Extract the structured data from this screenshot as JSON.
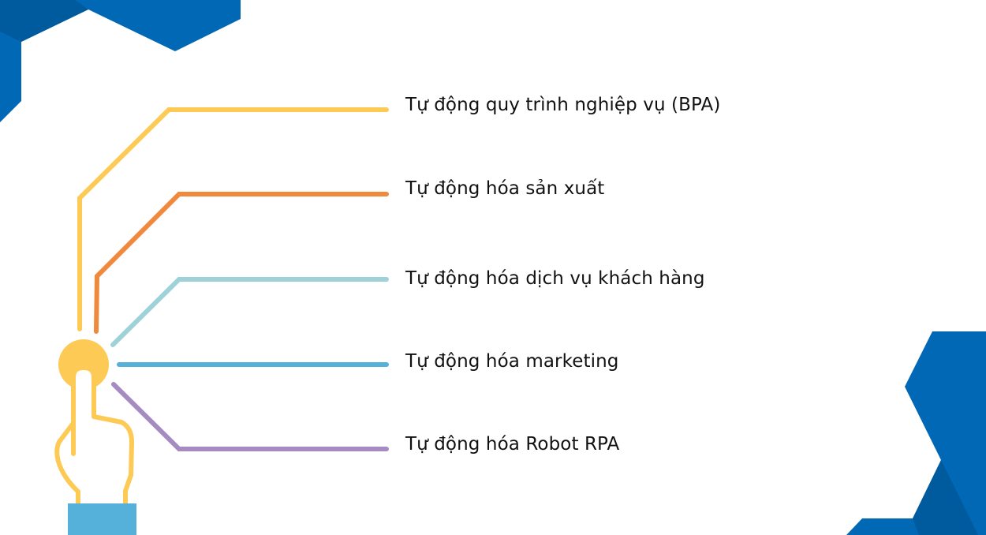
{
  "colors": {
    "blue_primary": "#0068b5",
    "blue_dark": "#005a9e",
    "yellow": "#fdca55",
    "orange": "#ef8a3c",
    "teal": "#9fd2d8",
    "sky_blue": "#55b0da",
    "purple": "#a68bc2",
    "text": "#111111"
  },
  "items": [
    {
      "label": "Tự động quy trình nghiệp vụ (BPA)",
      "color": "yellow"
    },
    {
      "label": "Tự động hóa sản xuất",
      "color": "orange"
    },
    {
      "label": "Tự động hóa dịch vụ khách hàng",
      "color": "teal"
    },
    {
      "label": "Tự động hóa marketing",
      "color": "sky_blue"
    },
    {
      "label": "Tự động hóa Robot RPA",
      "color": "purple"
    }
  ],
  "icon": {
    "name": "pointing-hand-touch-icon"
  }
}
